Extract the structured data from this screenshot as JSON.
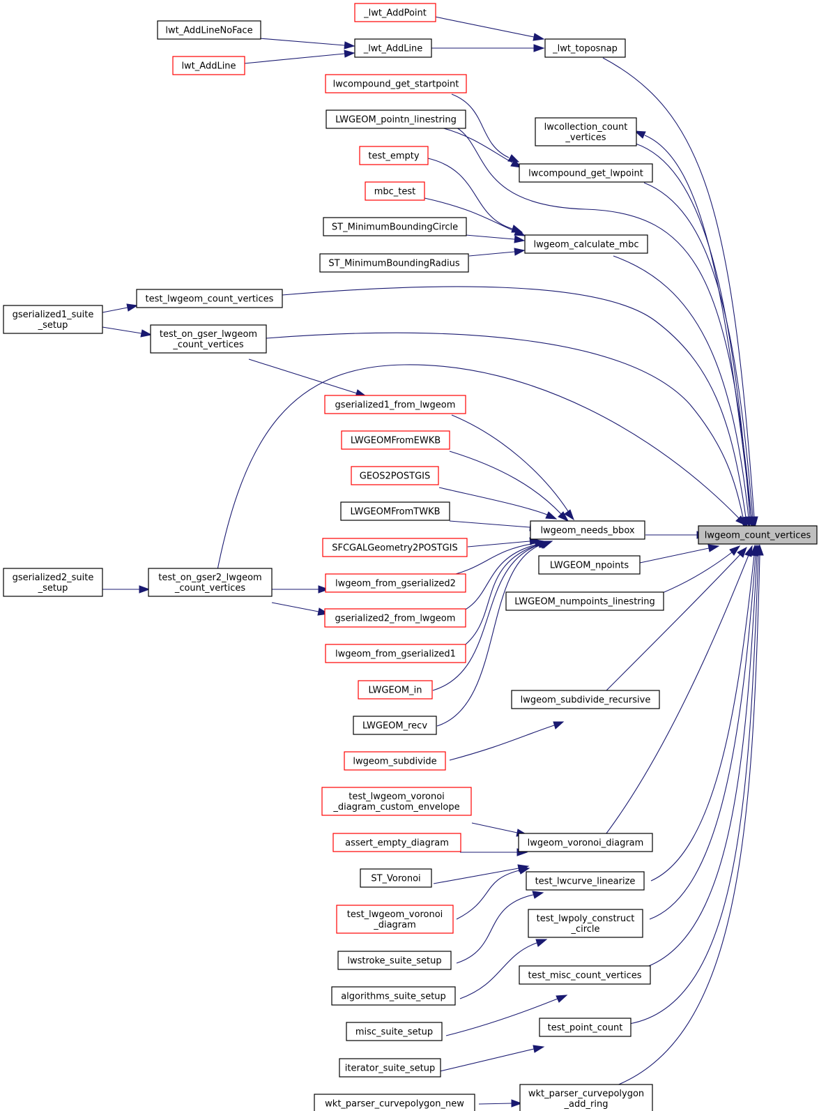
{
  "diagram": {
    "target": "n_root",
    "nodes": [
      {
        "id": "n_root",
        "lines": [
          "lwgeom_count_vertices"
        ],
        "border": "black",
        "highlight": true
      },
      {
        "id": "n_addpoint",
        "lines": [
          "_lwt_AddPoint"
        ],
        "border": "red"
      },
      {
        "id": "n_addlinenoface",
        "lines": [
          "lwt_AddLineNoFace"
        ],
        "border": "black"
      },
      {
        "id": "n_addline_pub",
        "lines": [
          "lwt_AddLine"
        ],
        "border": "red"
      },
      {
        "id": "n_addline",
        "lines": [
          "_lwt_AddLine"
        ],
        "border": "black"
      },
      {
        "id": "n_toposnap",
        "lines": [
          "_lwt_toposnap"
        ],
        "border": "black"
      },
      {
        "id": "n_cgsp",
        "lines": [
          "lwcompound_get_startpoint"
        ],
        "border": "red"
      },
      {
        "id": "n_pointn",
        "lines": [
          "LWGEOM_pointn_linestring"
        ],
        "border": "black"
      },
      {
        "id": "n_collcount",
        "lines": [
          "lwcollection_count",
          "_vertices"
        ],
        "border": "black"
      },
      {
        "id": "n_cglp",
        "lines": [
          "lwcompound_get_lwpoint"
        ],
        "border": "black"
      },
      {
        "id": "n_testempty",
        "lines": [
          "test_empty"
        ],
        "border": "red"
      },
      {
        "id": "n_mbctest",
        "lines": [
          "mbc_test"
        ],
        "border": "red"
      },
      {
        "id": "n_stmbc",
        "lines": [
          "ST_MinimumBoundingCircle"
        ],
        "border": "black"
      },
      {
        "id": "n_stmbr",
        "lines": [
          "ST_MinimumBoundingRadius"
        ],
        "border": "black"
      },
      {
        "id": "n_calcmbc",
        "lines": [
          "lwgeom_calculate_mbc"
        ],
        "border": "black"
      },
      {
        "id": "n_gs1setup",
        "lines": [
          "gserialized1_suite",
          "_setup"
        ],
        "border": "black"
      },
      {
        "id": "n_testlcv",
        "lines": [
          "test_lwgeom_count_vertices"
        ],
        "border": "black"
      },
      {
        "id": "n_testgser",
        "lines": [
          "test_on_gser_lwgeom",
          "_count_vertices"
        ],
        "border": "black"
      },
      {
        "id": "n_gs1from",
        "lines": [
          "gserialized1_from_lwgeom"
        ],
        "border": "red"
      },
      {
        "id": "n_fromewkb",
        "lines": [
          "LWGEOMFromEWKB"
        ],
        "border": "red"
      },
      {
        "id": "n_geos2pg",
        "lines": [
          "GEOS2POSTGIS"
        ],
        "border": "red"
      },
      {
        "id": "n_fromtwkb",
        "lines": [
          "LWGEOMFromTWKB"
        ],
        "border": "black"
      },
      {
        "id": "n_sfcgal",
        "lines": [
          "SFCGALGeometry2POSTGIS"
        ],
        "border": "red"
      },
      {
        "id": "n_needsbbox",
        "lines": [
          "lwgeom_needs_bbox"
        ],
        "border": "black"
      },
      {
        "id": "n_npoints",
        "lines": [
          "LWGEOM_npoints"
        ],
        "border": "black"
      },
      {
        "id": "n_numpoints",
        "lines": [
          "LWGEOM_numpoints_linestring"
        ],
        "border": "black"
      },
      {
        "id": "n_gs2setup",
        "lines": [
          "gserialized2_suite",
          "_setup"
        ],
        "border": "black"
      },
      {
        "id": "n_testgser2",
        "lines": [
          "test_on_gser2_lwgeom",
          "_count_vertices"
        ],
        "border": "black"
      },
      {
        "id": "n_fromgs2",
        "lines": [
          "lwgeom_from_gserialized2"
        ],
        "border": "red"
      },
      {
        "id": "n_gs2from",
        "lines": [
          "gserialized2_from_lwgeom"
        ],
        "border": "red"
      },
      {
        "id": "n_fromgs1",
        "lines": [
          "lwgeom_from_gserialized1"
        ],
        "border": "red"
      },
      {
        "id": "n_in",
        "lines": [
          "LWGEOM_in"
        ],
        "border": "red"
      },
      {
        "id": "n_recv",
        "lines": [
          "LWGEOM_recv"
        ],
        "border": "black"
      },
      {
        "id": "n_subdivrec",
        "lines": [
          "lwgeom_subdivide_recursive"
        ],
        "border": "black"
      },
      {
        "id": "n_subdiv",
        "lines": [
          "lwgeom_subdivide"
        ],
        "border": "red"
      },
      {
        "id": "n_tvdce",
        "lines": [
          "test_lwgeom_voronoi",
          "_diagram_custom_envelope"
        ],
        "border": "red"
      },
      {
        "id": "n_aed",
        "lines": [
          "assert_empty_diagram"
        ],
        "border": "red"
      },
      {
        "id": "n_stvor",
        "lines": [
          "ST_Voronoi"
        ],
        "border": "black"
      },
      {
        "id": "n_tvd",
        "lines": [
          "test_lwgeom_voronoi",
          "_diagram"
        ],
        "border": "red"
      },
      {
        "id": "n_vordiag",
        "lines": [
          "lwgeom_voronoi_diagram"
        ],
        "border": "black"
      },
      {
        "id": "n_tclin",
        "lines": [
          "test_lwcurve_linearize"
        ],
        "border": "black"
      },
      {
        "id": "n_lwstroke",
        "lines": [
          "lwstroke_suite_setup"
        ],
        "border": "black"
      },
      {
        "id": "n_tlpcc",
        "lines": [
          "test_lwpoly_construct",
          "_circle"
        ],
        "border": "black"
      },
      {
        "id": "n_algsetup",
        "lines": [
          "algorithms_suite_setup"
        ],
        "border": "black"
      },
      {
        "id": "n_tmcv",
        "lines": [
          "test_misc_count_vertices"
        ],
        "border": "black"
      },
      {
        "id": "n_miscsetup",
        "lines": [
          "misc_suite_setup"
        ],
        "border": "black"
      },
      {
        "id": "n_tpc",
        "lines": [
          "test_point_count"
        ],
        "border": "black"
      },
      {
        "id": "n_itersetup",
        "lines": [
          "iterator_suite_setup"
        ],
        "border": "black"
      },
      {
        "id": "n_wktnew",
        "lines": [
          "wkt_parser_curvepolygon_new"
        ],
        "border": "black"
      },
      {
        "id": "n_wktadd",
        "lines": [
          "wkt_parser_curvepolygon",
          "_add_ring"
        ],
        "border": "black"
      }
    ]
  }
}
